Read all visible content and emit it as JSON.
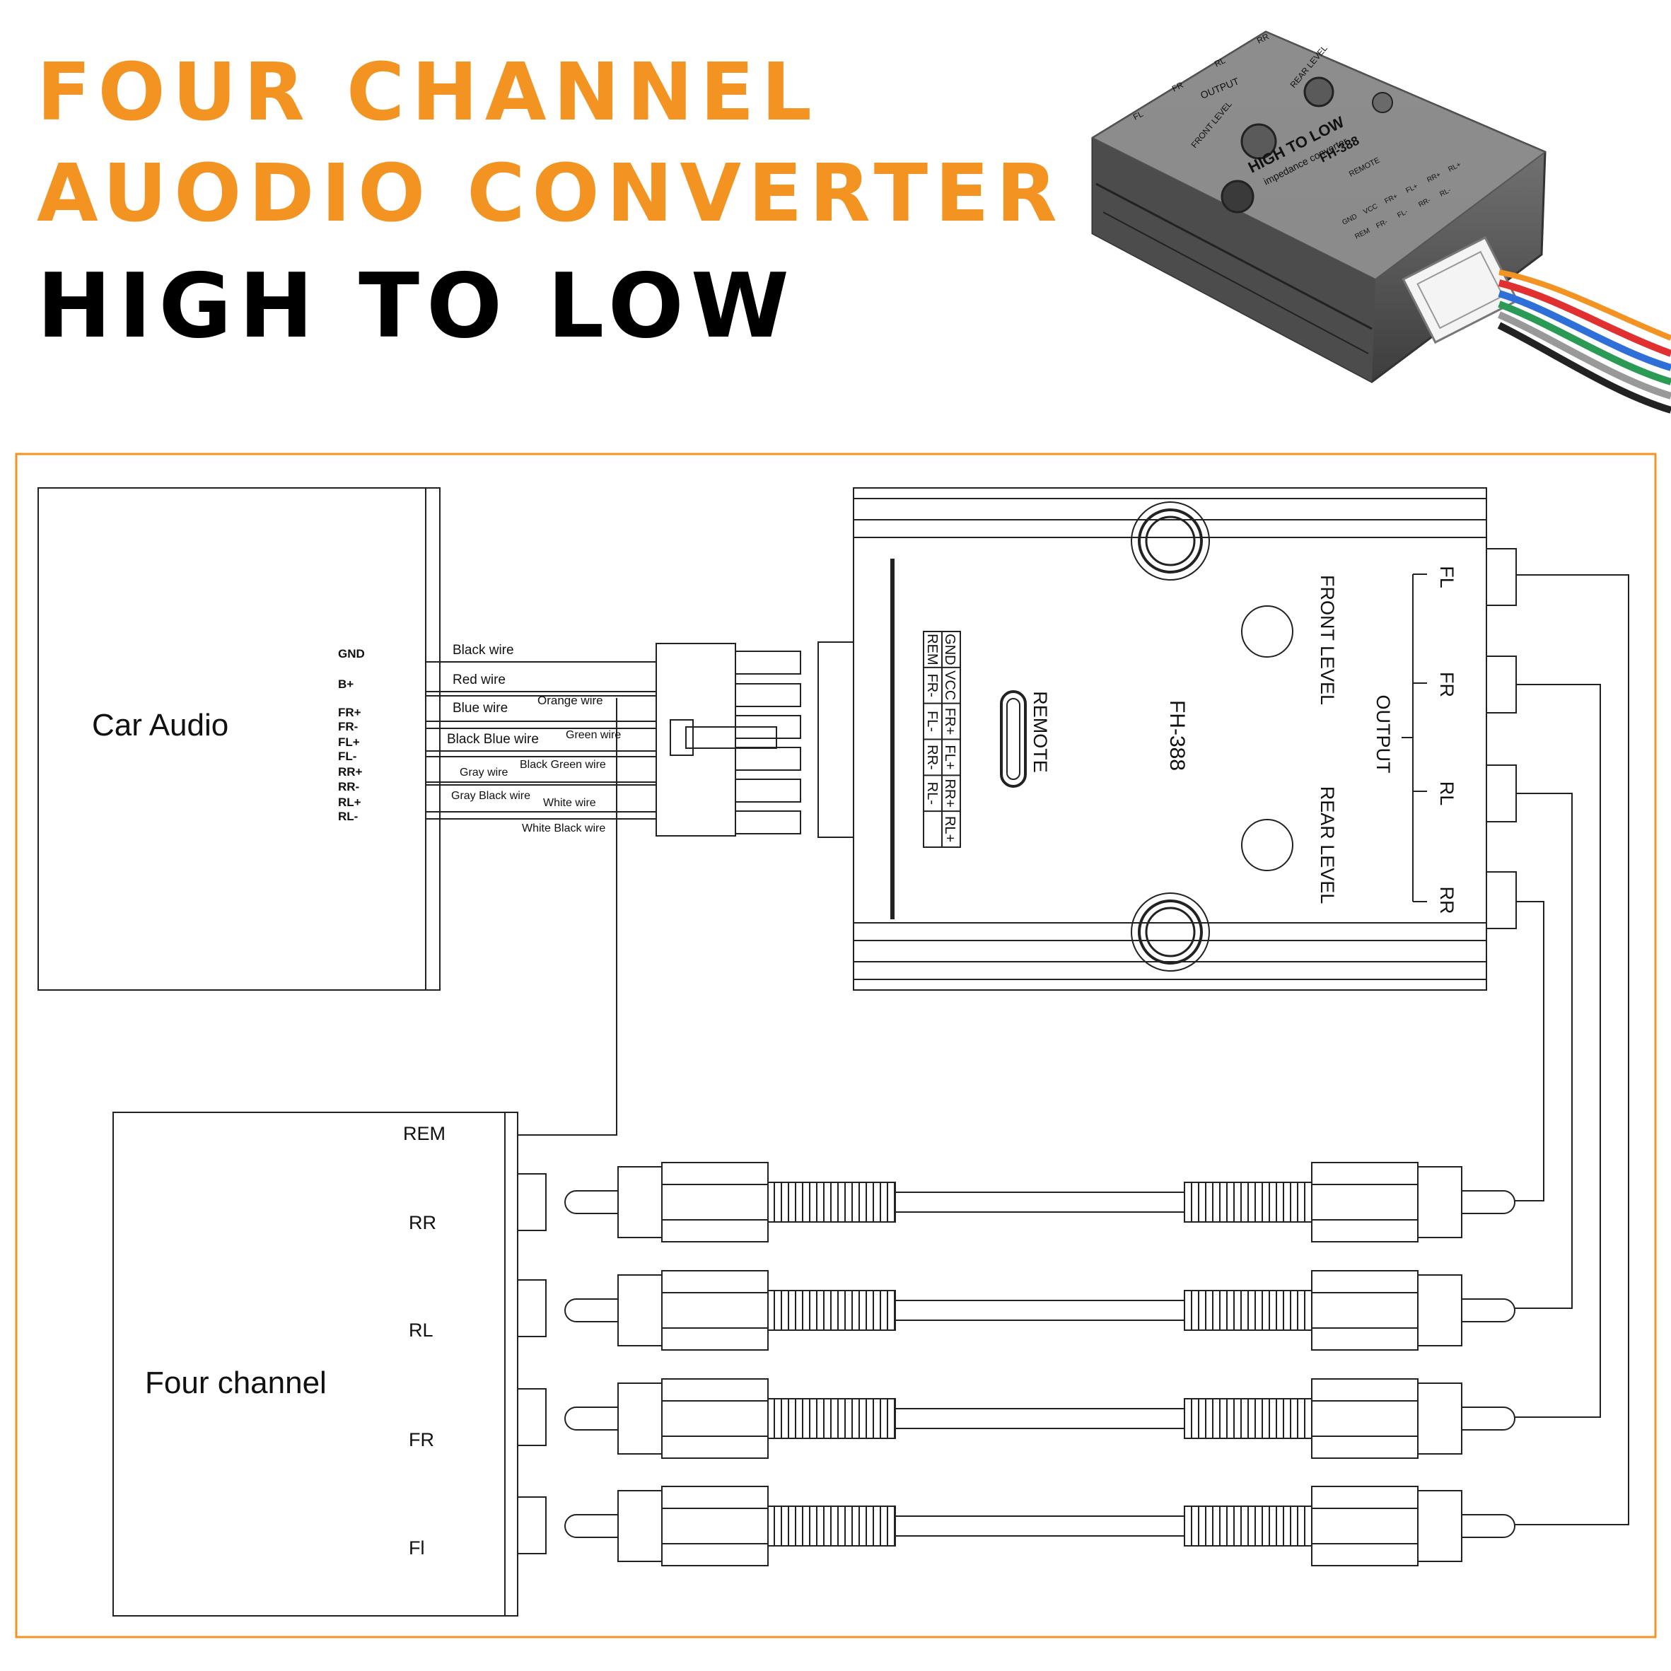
{
  "colors": {
    "accent": "#f39322",
    "line": "#222222",
    "frame": "#f39322"
  },
  "title": {
    "line1": "FOUR  CHANNEL",
    "line2": "AUODIO  CONVERTER",
    "line3": "HIGH  TO  LOW"
  },
  "product_photo": {
    "brand": "HIGH TO LOW",
    "subtitle": "impedance converter",
    "model": "FH-388",
    "labels": [
      "OUTPUT",
      "FRONT LEVEL",
      "REAR LEVEL",
      "REMOTE",
      "FL",
      "FR",
      "RL",
      "RR"
    ],
    "pins": [
      "GND",
      "VCC",
      "FR+",
      "FL+",
      "RR+",
      "RL+",
      "REM",
      "FR-",
      "FL-",
      "RR-",
      "RL-"
    ]
  },
  "car_audio": {
    "label": "Car Audio",
    "pins": [
      "GND",
      "B+",
      "FR+",
      "FR-",
      "FL+",
      "FL-",
      "RR+",
      "RR-",
      "RL+",
      "RL-"
    ]
  },
  "wires": [
    "Black wire",
    "Red wire",
    "Blue wire",
    "Orange wire",
    "Black Blue wire",
    "Green wire",
    "Gray wire",
    "Black Green wire",
    "Gray Black wire",
    "White wire",
    "White Black wire"
  ],
  "converter": {
    "model": "FH-388",
    "front_level": "FRONT LEVEL",
    "rear_level": "REAR LEVEL",
    "remote": "REMOTE",
    "output": "OUTPUT",
    "pin_top": [
      "GND",
      "VCC",
      "FR+",
      "FL+",
      "RR+",
      "RL+"
    ],
    "pin_bottom": [
      "REM",
      "FR-",
      "FL-",
      "RR-",
      "RL-"
    ],
    "outputs": [
      "FL",
      "FR",
      "RL",
      "RR"
    ]
  },
  "amplifier": {
    "label": "Four channel",
    "ports": [
      "REM",
      "RR",
      "RL",
      "FR",
      "Fl"
    ]
  }
}
